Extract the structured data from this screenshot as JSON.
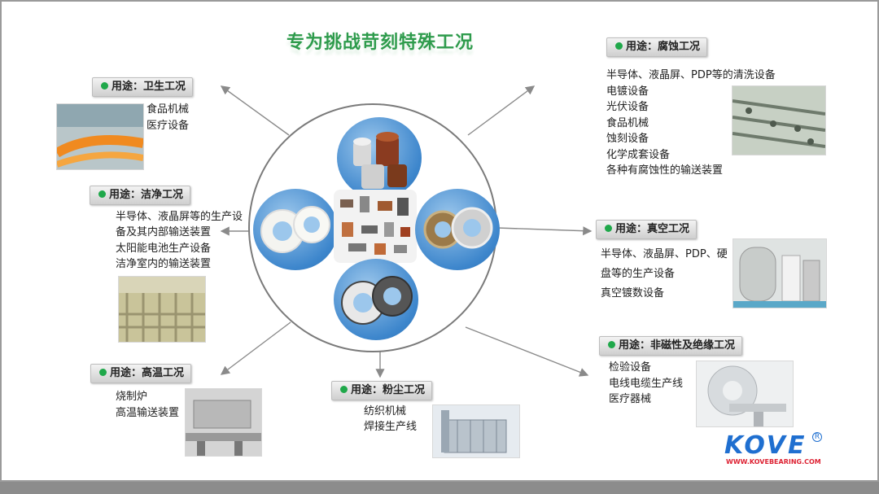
{
  "title": "专为挑战苛刻特殊工况",
  "sections": {
    "hygiene": {
      "tag": "用途：卫生工况",
      "lines": [
        "食品机械",
        "医疗设备"
      ]
    },
    "clean": {
      "tag": "用途：洁净工况",
      "lines": [
        "半导体、液晶屏等的生产设",
        "备及其内部输送装置",
        "太阳能电池生产设备",
        "洁净室内的输送装置"
      ]
    },
    "hightemp": {
      "tag": "用途：高温工况",
      "lines": [
        "烧制炉",
        "高温输送装置"
      ]
    },
    "dust": {
      "tag": "用途：粉尘工况",
      "lines": [
        "纺织机械",
        "焊接生产线"
      ]
    },
    "corrosion": {
      "tag": "用途：腐蚀工况",
      "lines": [
        "半导体、液晶屏、PDP等的清洗设备",
        "电镀设备",
        "光伏设备",
        "食品机械",
        "蚀刻设备",
        "化学成套设备",
        "各种有腐蚀性的输送装置"
      ]
    },
    "vacuum": {
      "tag": "用途：真空工况",
      "lines": [
        "半导体、液晶屏、PDP、硬",
        "盘等的生产设备",
        "真空镀数设备"
      ]
    },
    "nonmagnetic": {
      "tag": "用途：非磁性及绝缘工况",
      "lines": [
        "检验设备",
        "电线电缆生产线",
        "医疗器械"
      ]
    }
  },
  "logo": {
    "name": "KOVE",
    "url": "WWW.KOVEBEARING.COM",
    "reg": "R"
  },
  "colors": {
    "title": "#2e9b4c",
    "dot": "#1fa84a",
    "bubble": "#3d86cc",
    "logo": "#1f6fd0"
  }
}
